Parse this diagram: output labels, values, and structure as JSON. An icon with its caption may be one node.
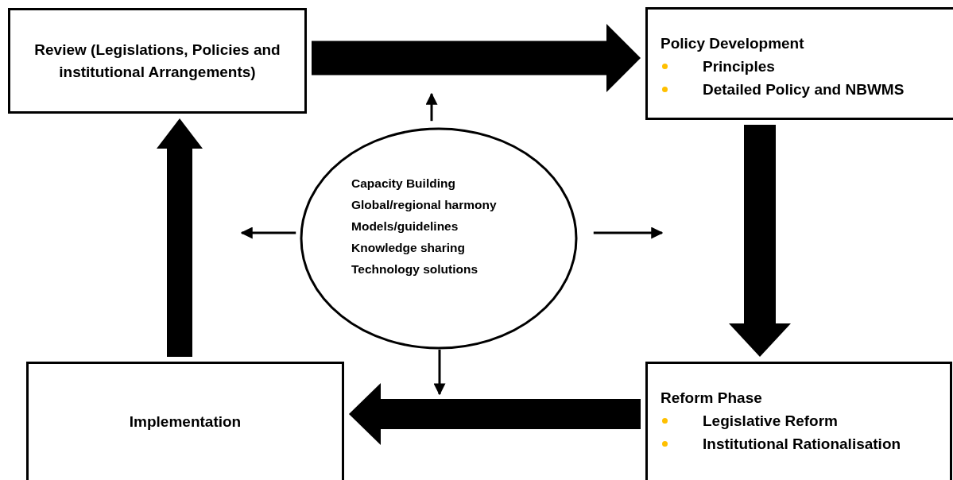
{
  "diagram": {
    "nodes": [
      {
        "text": [
          "Review (Legislations, Policies and institutional Arrangements)"
        ]
      },
      {
        "text": [
          "Policy Development",
          "Principles",
          "Detailed Policy and NBWMS"
        ]
      },
      {
        "text": [
          "Capacity Building",
          "Global/regional harmony",
          "Models/guidelines",
          "Knowledge sharing",
          "Technology solutions"
        ]
      },
      {
        "text": [
          "Implementation"
        ]
      },
      {
        "text": [
          "Reform Phase",
          "Legislative Reform",
          "Institutional Rationalisation"
        ]
      }
    ],
    "edges": [
      {
        "from": 0,
        "to": 1,
        "arrow": "to",
        "style": "thick"
      },
      {
        "from": 1,
        "to": 4,
        "arrow": "to",
        "style": "thick"
      },
      {
        "from": 4,
        "to": 3,
        "arrow": "to",
        "style": "thick"
      },
      {
        "from": 3,
        "to": 0,
        "arrow": "to",
        "style": "thick"
      },
      {
        "from": 2,
        "to": null,
        "arrow": "to"
      },
      {
        "from": 2,
        "to": null,
        "arrow": "to"
      },
      {
        "from": 2,
        "to": null,
        "arrow": "to"
      },
      {
        "from": 2,
        "to": null,
        "arrow": "to"
      }
    ]
  }
}
